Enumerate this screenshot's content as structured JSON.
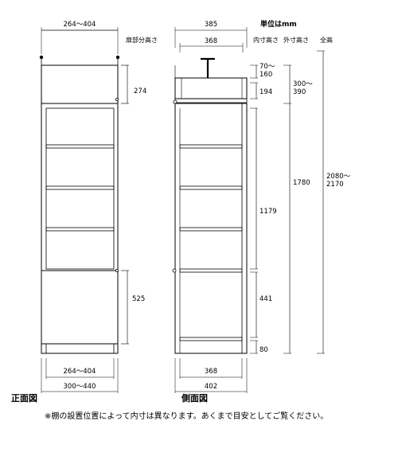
{
  "front": {
    "title": "正面図",
    "top_width": "264～404",
    "door_label": "扉部分高さ",
    "upper_door_height": "274",
    "lower_door_height": "525",
    "inner_width": "264～404",
    "outer_width": "300～440"
  },
  "side": {
    "title": "側面図",
    "unit_label": "単位はmm",
    "top_depth": "385",
    "inner_depth_top": "368",
    "inner_height_label": "内寸高さ",
    "outer_height_label": "外寸高さ",
    "total_height_label": "全高",
    "gap_height": "70～\n160",
    "upper_inner_height": "194",
    "middle_inner_height": "1179",
    "lower_inner_height": "441",
    "base_height": "80",
    "outer_height_upper": "300～\n390",
    "outer_height_main": "1780",
    "total_height": "2080～\n2170",
    "inner_depth_bottom": "368",
    "outer_depth_bottom": "402"
  },
  "note": "※棚の設置位置によって内寸は異なります。あくまで目安としてご覧ください。"
}
